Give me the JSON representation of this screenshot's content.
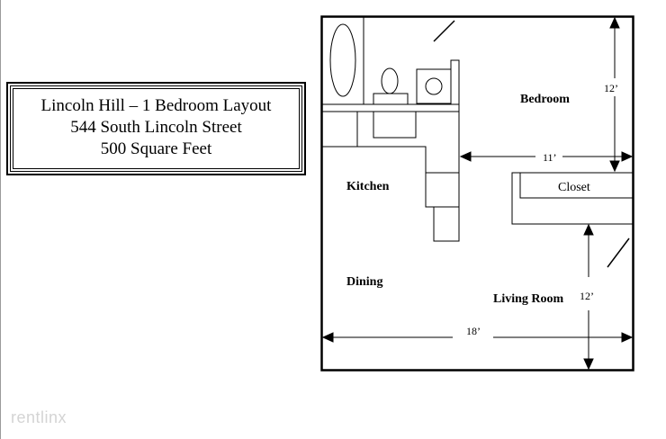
{
  "header": {
    "title": "Lincoln Hill – 1 Bedroom Layout",
    "address": "544 South Lincoln Street",
    "area": "500 Square Feet"
  },
  "rooms": {
    "bedroom": "Bedroom",
    "kitchen": "Kitchen",
    "dining": "Dining",
    "living_room": "Living Room",
    "closet": "Closet"
  },
  "dimensions": {
    "bedroom_height": "12’",
    "bedroom_width": "11’",
    "living_height": "12’",
    "total_width": "18’"
  },
  "watermark": "rentlinx"
}
